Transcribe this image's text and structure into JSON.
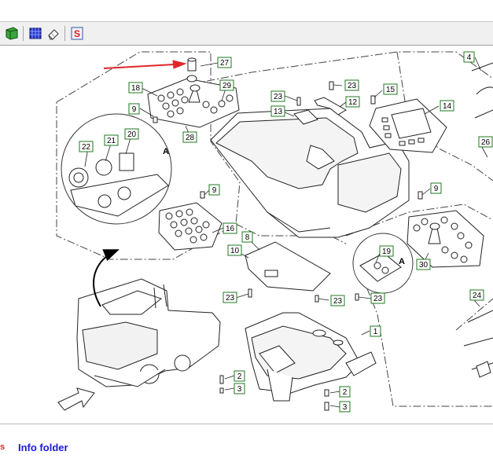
{
  "toolbar": {
    "buttons": [
      {
        "icon": "green-book-icon"
      },
      {
        "icon": "blue-grid-icon"
      },
      {
        "icon": "eraser-icon"
      },
      {
        "icon": "red-s-icon"
      }
    ]
  },
  "drawing": {
    "view_labels": [
      "A",
      "A"
    ],
    "callouts": [
      "27",
      "18",
      "29",
      "9",
      "28",
      "22",
      "21",
      "20",
      "9",
      "16",
      "8",
      "10",
      "23",
      "23",
      "23",
      "23",
      "13",
      "23",
      "12",
      "15",
      "14",
      "4",
      "26",
      "9",
      "19",
      "30",
      "23",
      "1",
      "24",
      "2",
      "3",
      "2",
      "3"
    ]
  },
  "footer": {
    "marker": "s",
    "info_folder_label": "Info folder"
  },
  "colors": {
    "arrow": "#e0262a",
    "callout_border": "#1f7a1f",
    "link": "#1c19d6"
  }
}
